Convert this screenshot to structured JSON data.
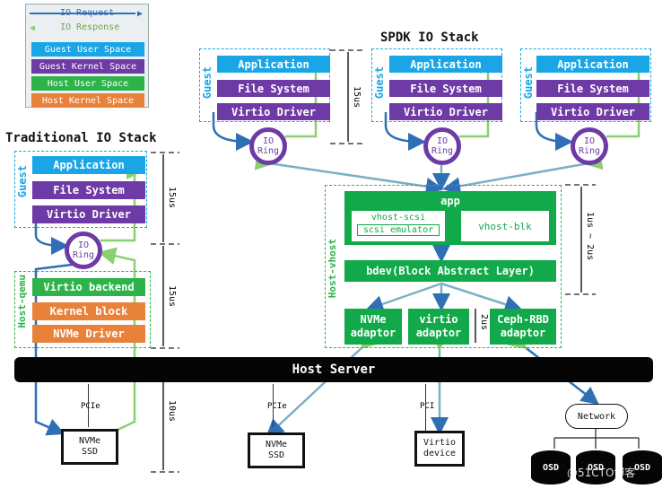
{
  "legend": {
    "io_request": "IO Request",
    "io_response": "IO Response",
    "guest_user": "Guest User Space",
    "guest_kernel": "Guest Kernel Space",
    "host_user": "Host User Space",
    "host_kernel": "Host Kernel Space",
    "colors": {
      "request": "#2f6fb5",
      "response": "#8ccf70",
      "guest_user": "#1aa6e6",
      "guest_kernel": "#6e3aa6",
      "host_user": "#2db34a",
      "host_kernel": "#e8823a"
    }
  },
  "traditional": {
    "title": "Traditional IO Stack",
    "guest_label": "Guest",
    "host_label": "Host-qemu",
    "application": "Application",
    "file_system": "File System",
    "virtio_driver": "Virtio Driver",
    "ring": "IO\nRing",
    "virtio_backend": "Virtio backend",
    "kernel_block": "Kernel block",
    "nvme_driver": "NVMe Driver",
    "t1": "15us",
    "t2": "15us",
    "t3": "10us"
  },
  "spdk": {
    "title": "SPDK IO Stack",
    "guest_label": "Guest",
    "application": "Application",
    "file_system": "File System",
    "virtio_driver": "Virtio Driver",
    "ring": "IO\nRing",
    "t1": "15us",
    "host_vhost_label": "Host-vhost",
    "app": "app",
    "vhost_scsi": "vhost-scsi",
    "scsi_emulator": "scsi emulator",
    "vhost_blk": "vhost-blk",
    "bdev": "bdev(Block Abstract Layer)",
    "nvme_adaptor": "NVMe\nadaptor",
    "virtio_adaptor": "virtio\nadaptor",
    "ceph_adaptor": "Ceph-RBD\nadaptor",
    "t_app": "1us ~ 2us",
    "t_adaptor": "2us"
  },
  "host_server": "Host Server",
  "links": {
    "pcie1": "PCIe",
    "pcie2": "PCIe",
    "pci": "PCI"
  },
  "devices": {
    "nvme1": "NVMe\nSSD",
    "nvme2": "NVMe\nSSD",
    "virtio": "Virtio\ndevice",
    "network": "Network",
    "osd": "OSD"
  },
  "watermark": "@51CTO博客"
}
